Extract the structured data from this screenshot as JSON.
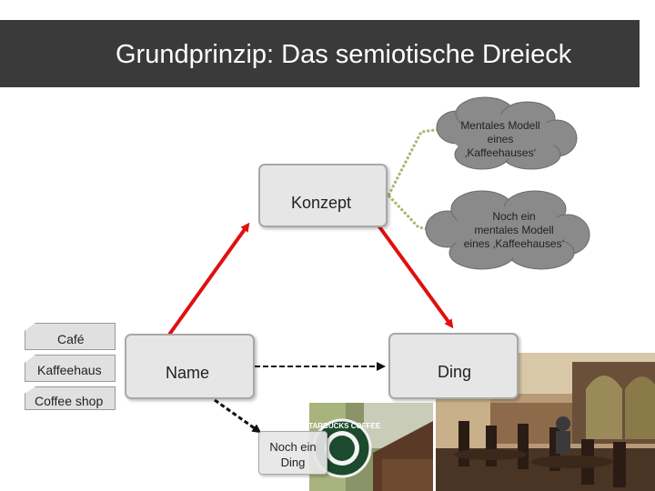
{
  "title": "Grundprinzip: Das semiotische Dreieck",
  "nodes": {
    "concept": "Konzept",
    "name": "Name",
    "thing": "Ding",
    "thing2": "Noch ein Ding"
  },
  "clouds": {
    "model1": [
      "Mentales Modell",
      "eines",
      "‚Kaffeehauses‘"
    ],
    "model2": [
      "Noch ein",
      "mentales Modell",
      "eines ‚Kaffeehauses‘"
    ]
  },
  "names": [
    "Café",
    "Kaffeehaus",
    "Coffee shop"
  ],
  "photos": {
    "starbucks_sign": "STARBUCKS COFFEE"
  },
  "colors": {
    "title_bg": "#3a3a3a",
    "arrow_red": "#e01010",
    "link_green": "#a8b870"
  }
}
